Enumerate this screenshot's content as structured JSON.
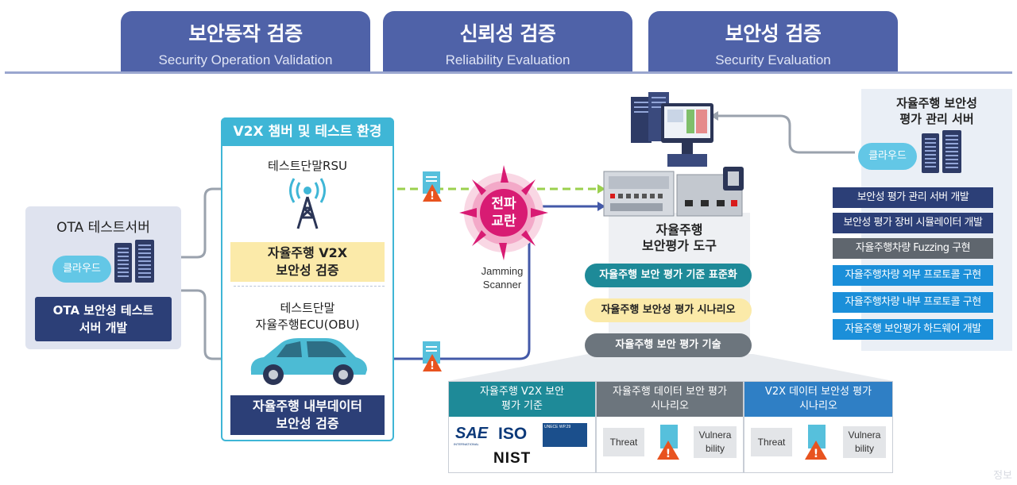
{
  "header_tabs": [
    {
      "ko": "보안동작 검증",
      "en": "Security Operation Validation"
    },
    {
      "ko": "신뢰성 검증",
      "en": "Reliability Evaluation"
    },
    {
      "ko": "보안성 검증",
      "en": "Security Evaluation"
    }
  ],
  "ota": {
    "title": "OTA 테스트서버",
    "cloud_label": "클라우드",
    "dev_label_line1": "OTA 보안성 테스트",
    "dev_label_line2": "서버 개발"
  },
  "v2x": {
    "header": "V2X 챔버 및 테스트 환경",
    "rsu_label": "테스트단말RSU",
    "rsu_box_line1": "자율주행 V2X",
    "rsu_box_line2": "보안성 검증",
    "obu_label_line1": "테스트단말",
    "obu_label_line2": "자율주행ECU(OBU)",
    "obu_box_line1": "자율주행 내부데이터",
    "obu_box_line2": "보안성 검증"
  },
  "jamming": {
    "badge_line1": "전파",
    "badge_line2": "교란",
    "caption_line1": "Jamming",
    "caption_line2": "Scanner"
  },
  "eval_tool": {
    "title_line1": "자율주행",
    "title_line2": "보안평가 도구",
    "pills": [
      "자율주행 보안 평가 기준 표준화",
      "자율주행 보안성 평가 시나리오",
      "자율주행 보안 평가 기술"
    ]
  },
  "criteria": [
    {
      "title_line1": "자율주행 V2X 보안",
      "title_line2": "평가 기준"
    },
    {
      "title_line1": "자율주행 데이터 보안 평가",
      "title_line2": "시나리오",
      "threat": "Threat",
      "vuln_line1": "Vulnera",
      "vuln_line2": "bility"
    },
    {
      "title_line1": "V2X 데이터 보안성 평가",
      "title_line2": "시나리오",
      "threat": "Threat",
      "vuln_line1": "Vulnera",
      "vuln_line2": "bility"
    }
  ],
  "logos": {
    "sae": "SAE",
    "sae_sub": "INTERNATIONAL",
    "iso": "ISO",
    "unece": "UNECE WP.29",
    "nist": "NIST"
  },
  "mgmt_server": {
    "title_line1": "자율주행 보안성",
    "title_line2": "평가 관리 서버",
    "cloud_label": "클라우드",
    "tasks": [
      "보안성 평가 관리 서버 개발",
      "보안성 평가 장비 시뮬레이터 개발",
      "자율주행차량 Fuzzing 구현",
      "자율주행차량 외부 프로토콜 구현",
      "자율주행차량 내부 프로토콜 구현",
      "자율주행 보안평가 하드웨어 개발"
    ]
  },
  "watermark": "정보"
}
